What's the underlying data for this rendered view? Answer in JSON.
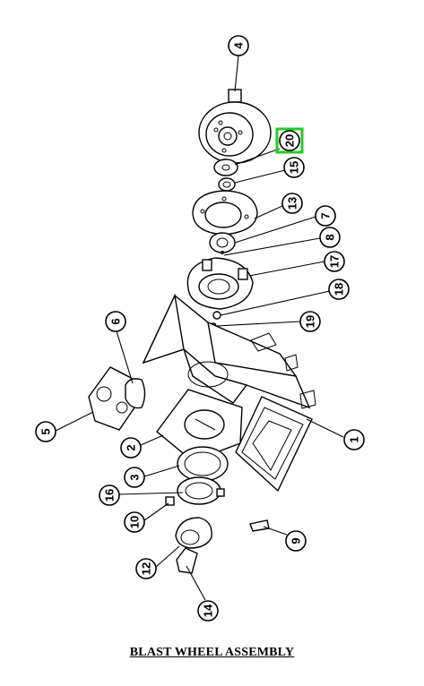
{
  "title": "BLAST WHEEL ASSEMBLY",
  "highlight_color": "#22cc22",
  "callouts": [
    {
      "id": "1",
      "label": "1"
    },
    {
      "id": "2",
      "label": "2"
    },
    {
      "id": "3",
      "label": "3"
    },
    {
      "id": "4",
      "label": "4"
    },
    {
      "id": "5",
      "label": "5"
    },
    {
      "id": "6",
      "label": "6"
    },
    {
      "id": "7",
      "label": "7"
    },
    {
      "id": "8",
      "label": "8"
    },
    {
      "id": "9",
      "label": "9"
    },
    {
      "id": "10",
      "label": "10"
    },
    {
      "id": "12",
      "label": "12"
    },
    {
      "id": "13",
      "label": "13"
    },
    {
      "id": "14",
      "label": "14"
    },
    {
      "id": "15",
      "label": "15"
    },
    {
      "id": "16",
      "label": "16"
    },
    {
      "id": "17",
      "label": "17"
    },
    {
      "id": "18",
      "label": "18"
    },
    {
      "id": "19",
      "label": "19"
    },
    {
      "id": "20",
      "label": "20",
      "highlighted": true
    }
  ]
}
